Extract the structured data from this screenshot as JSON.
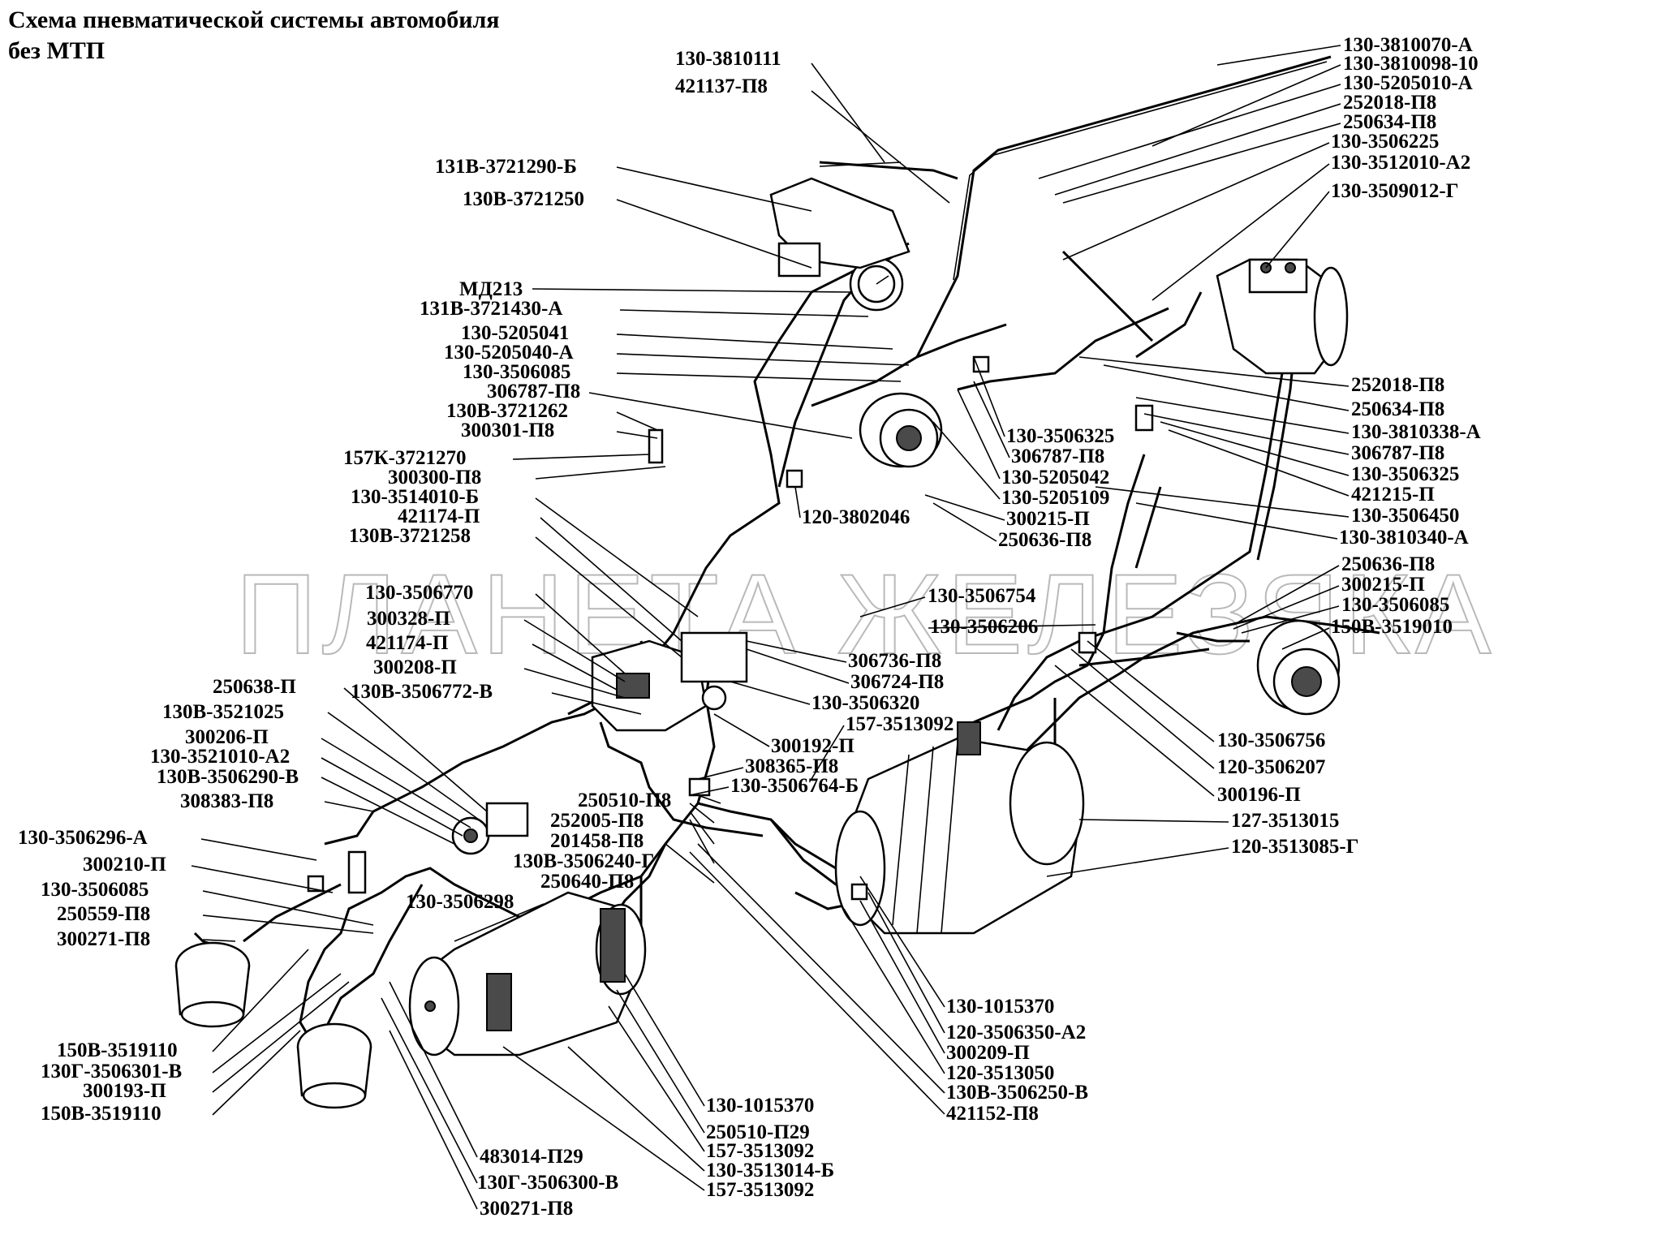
{
  "title": "Схема пневматической системы автомобиля\nбез МТП",
  "watermark": "ПЛАНЕТА ЖЕЛЕЗЯКА",
  "callouts_left": [
    "130-3810111",
    "421137-П8",
    "131В-3721290-Б",
    "130В-3721250",
    "МД213",
    "131В-3721430-А",
    "130-5205041",
    "130-5205040-А",
    "130-3506085",
    "306787-П8",
    "130В-3721262",
    "300301-П8",
    "157К-3721270",
    "300300-П8",
    "130-3514010-Б",
    "421174-П",
    "130В-3721258",
    "130-3506770",
    "300328-П",
    "421174-П",
    "300208-П",
    "130В-3506772-В",
    "250638-П",
    "130В-3521025",
    "300206-П",
    "130-3521010-А2",
    "130В-3506290-В",
    "308383-П8",
    "130-3506296-А",
    "300210-П",
    "130-3506085",
    "250559-П8",
    "300271-П8",
    "150В-3519110",
    "130Г-3506301-В",
    "300193-П",
    "150В-3519110",
    "483014-П29",
    "130Г-3506300-В",
    "300271-П8"
  ],
  "callouts_right": [
    "130-3810070-А",
    "130-3810098-10",
    "130-5205010-А",
    "252018-П8",
    "250634-П8",
    "130-3506225",
    "130-3512010-А2",
    "130-3509012-Г",
    "252018-П8",
    "250634-П8",
    "130-3810338-А",
    "306787-П8",
    "130-3506325",
    "421215-П",
    "130-3506450",
    "130-3810340-А",
    "250636-П8",
    "300215-П",
    "130-3506085",
    "150В-3519010",
    "130-3506756",
    "120-3506207",
    "300196-П",
    "127-3513015",
    "120-3513085-Г"
  ],
  "callouts_center": [
    "130-3506325",
    "306787-П8",
    "130-5205042",
    "130-5205109",
    "300215-П",
    "250636-П8",
    "120-3802046",
    "130-3506754",
    "130-3506206",
    "306736-П8",
    "306724-П8",
    "130-3506320",
    "157-3513092",
    "300192-П",
    "308365-П8",
    "130-3506764-Б",
    "250510-П8",
    "252005-П8",
    "201458-П8",
    "130В-3506240-Г",
    "250640-П8",
    "130-3506298"
  ],
  "callouts_bottom": [
    "130-1015370",
    "120-3506350-А2",
    "300209-П",
    "120-3513050",
    "130В-3506250-В",
    "421152-П8",
    "130-1015370",
    "250510-П29",
    "157-3513092",
    "130-3513014-Б",
    "157-3513092"
  ],
  "icons": [
    "air-tank",
    "brake-chamber",
    "compressor",
    "pressure-gauge",
    "brake-valve",
    "wiper-motor"
  ]
}
